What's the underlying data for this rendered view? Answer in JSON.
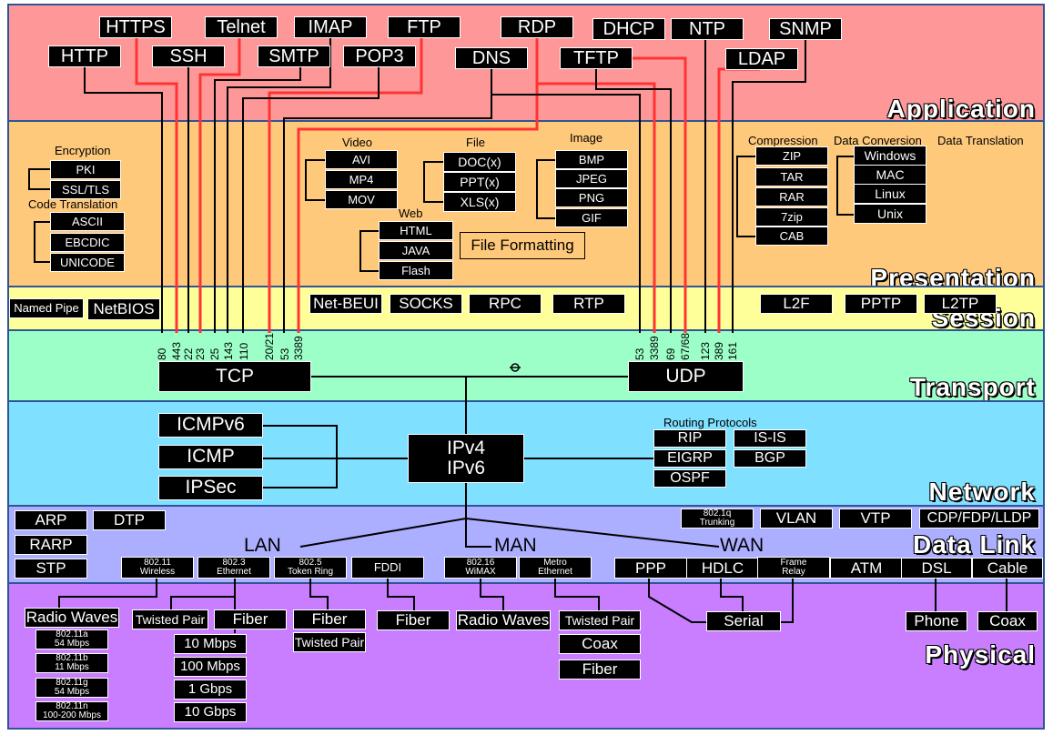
{
  "layers": {
    "application": "Application",
    "presentation": "Presentation",
    "session": "Session",
    "transport": "Transport",
    "network": "Network",
    "datalink": "Data Link",
    "physical": "Physical"
  },
  "application": {
    "https": "HTTPS",
    "telnet": "Telnet",
    "imap": "IMAP",
    "ftp": "FTP",
    "rdp": "RDP",
    "dhcp": "DHCP",
    "ntp": "NTP",
    "snmp": "SNMP",
    "http": "HTTP",
    "ssh": "SSH",
    "smtp": "SMTP",
    "pop3": "POP3",
    "dns": "DNS",
    "tftp": "TFTP",
    "ldap": "LDAP"
  },
  "presentation": {
    "encryption": "Encryption",
    "pki": "PKI",
    "ssl": "SSL/TLS",
    "code_translation": "Code Translation",
    "ascii": "ASCII",
    "ebcdic": "EBCDIC",
    "unicode": "UNICODE",
    "video": "Video",
    "avi": "AVI",
    "mp4": "MP4",
    "mov": "MOV",
    "file": "File",
    "doc": "DOC(x)",
    "ppt": "PPT(x)",
    "xls": "XLS(x)",
    "image": "Image",
    "bmp": "BMP",
    "jpeg": "JPEG",
    "png": "PNG",
    "gif": "GIF",
    "web": "Web",
    "html": "HTML",
    "java": "JAVA",
    "flash": "Flash",
    "file_formatting": "File Formatting",
    "compression": "Compression",
    "zip": "ZIP",
    "tar": "TAR",
    "rar": "RAR",
    "z7": "7zip",
    "cab": "CAB",
    "data_conversion": "Data Conversion",
    "windows": "Windows",
    "mac": "MAC",
    "linux": "Linux",
    "unix": "Unix",
    "data_translation": "Data Translation"
  },
  "session": {
    "named_pipe": "Named Pipe",
    "netbios": "NetBIOS",
    "netbeui": "Net-BEUI",
    "socks": "SOCKS",
    "rpc": "RPC",
    "rtp": "RTP",
    "l2f": "L2F",
    "pptp": "PPTP",
    "l2tp": "L2TP"
  },
  "ports": {
    "p80": "80",
    "p443": "443",
    "p22": "22",
    "p23": "23",
    "p25": "25",
    "p143": "143",
    "p110": "110",
    "p2021": "20/21",
    "p53a": "53",
    "p3389a": "3389",
    "p53b": "53",
    "p3389b": "3389",
    "p69": "69",
    "p6768": "67/68",
    "p123": "123",
    "p389": "389",
    "p161": "161"
  },
  "transport": {
    "tcp": "TCP",
    "udp": "UDP"
  },
  "network": {
    "icmpv6": "ICMPv6",
    "icmp": "ICMP",
    "ipsec": "IPSec",
    "ipv4": "IPv4",
    "ipv6": "IPv6",
    "routing_protocols": "Routing Protocols",
    "rip": "RIP",
    "isis": "IS-IS",
    "eigrp": "EIGRP",
    "bgp": "BGP",
    "ospf": "OSPF"
  },
  "datalink": {
    "arp": "ARP",
    "dtp": "DTP",
    "rarp": "RARP",
    "stp": "STP",
    "trunk_a": "802.1q",
    "trunk_b": "Trunking",
    "vlan": "VLAN",
    "vtp": "VTP",
    "cdp": "CDP/FDP/LLDP",
    "lan": "LAN",
    "man": "MAN",
    "wan": "WAN",
    "w80211a": "802.11",
    "w80211b": "Wireless",
    "e8023a": "802.3",
    "e8023b": "Ethernet",
    "tr8025a": "802.5",
    "tr8025b": "Token Ring",
    "fddi": "FDDI",
    "wm80216a": "802.16",
    "wm80216b": "WiMAX",
    "me_a": "Metro",
    "me_b": "Ethernet",
    "ppp": "PPP",
    "hdlc": "HDLC",
    "fr_a": "Frame",
    "fr_b": "Relay",
    "atm": "ATM",
    "dsl": "DSL",
    "cable": "Cable"
  },
  "physical": {
    "radio_waves": "Radio Waves",
    "a1": "802.11a",
    "a2": "54 Mbps",
    "b1": "802.11b",
    "b2": "11 Mbps",
    "g1": "802.11g",
    "g2": "54 Mbps",
    "n1": "802.11n",
    "n2": "100-200 Mbps",
    "twisted_pair": "Twisted Pair",
    "fiber1": "Fiber",
    "m10": "10 Mbps",
    "m100": "100 Mbps",
    "g1s": "1 Gbps",
    "g10": "10 Gbps",
    "fiber2": "Fiber",
    "twisted_pair2": "Twisted Pair",
    "fiber3": "Fiber",
    "radio_waves2": "Radio Waves",
    "twisted_pair3": "Twisted Pair",
    "coax": "Coax",
    "fiber4": "Fiber",
    "serial": "Serial",
    "phone": "Phone",
    "coax2": "Coax"
  },
  "colors": {
    "application": "#fe9898",
    "presentation": "#ffc97b",
    "session": "#ffff99",
    "transport": "#9cffc8",
    "network": "#7fe0ff",
    "datalink": "#acaeff",
    "physical": "#c97eff"
  }
}
